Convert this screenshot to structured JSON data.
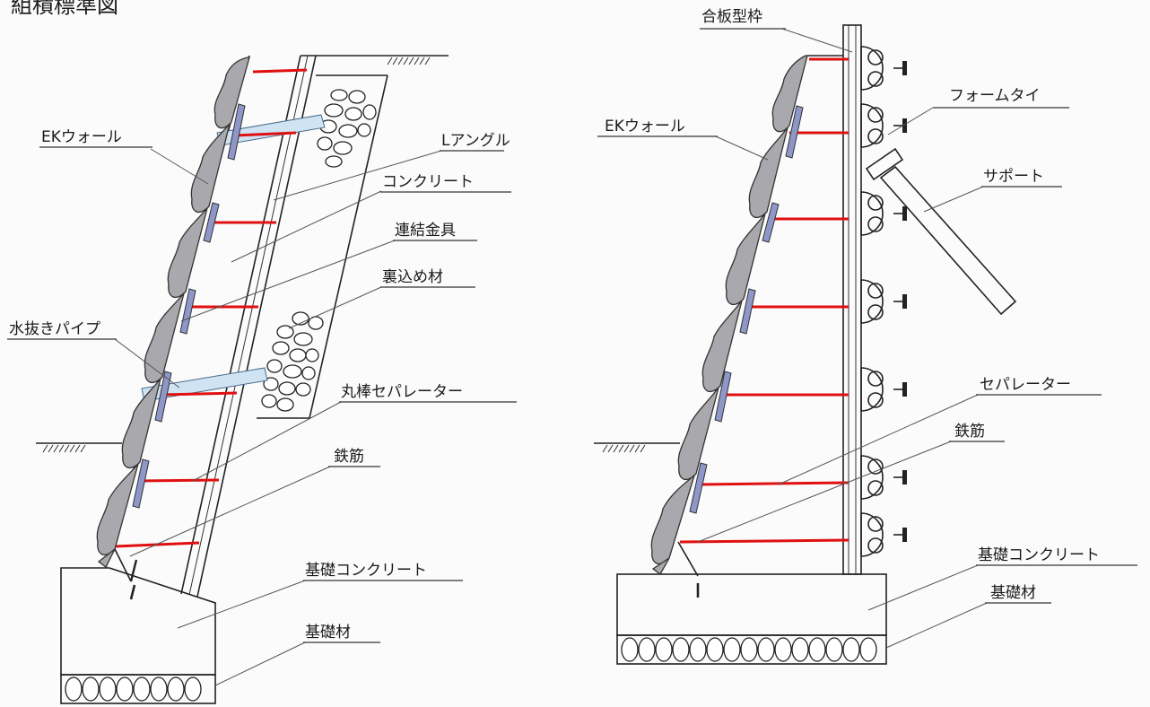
{
  "title": "組積標準図",
  "left_diagram": {
    "labels": {
      "ek_wall": "EKウォール",
      "l_angle": "Lアングル",
      "concrete": "コンクリート",
      "connector": "連結金具",
      "backfill": "裏込め材",
      "drain_pipe": "水抜きパイプ",
      "round_separator": "丸棒セパレーター",
      "rebar": "鉄筋",
      "foundation_concrete": "基礎コンクリート",
      "foundation_material": "基礎材"
    }
  },
  "right_diagram": {
    "labels": {
      "plywood_form": "合板型枠",
      "ek_wall": "EKウォール",
      "form_tie": "フォームタイ",
      "support": "サポート",
      "separator": "セパレーター",
      "rebar": "鉄筋",
      "foundation_concrete": "基礎コンクリート",
      "foundation_material": "基礎材"
    }
  },
  "colors": {
    "separator_bar": "#e01010",
    "stone_face": "#a9a9ad",
    "connector_plate": "#8f96c8",
    "drain_pipe": "#cfe3f3"
  }
}
